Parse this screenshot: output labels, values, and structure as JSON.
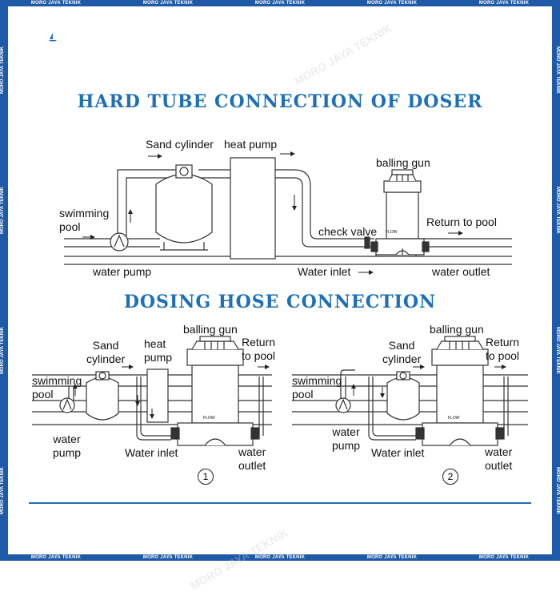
{
  "watermark": "MORO JAYA TEKNIK",
  "colors": {
    "frame": "#1f5aa8",
    "heading": "#1d70b8",
    "line": "#333333"
  },
  "headings": {
    "hard_tube": "HARD TUBE CONNECTION OF DOSER",
    "dosing_hose": "DOSING HOSE CONNECTION"
  },
  "top_diagram": {
    "sand_cylinder": "Sand cylinder",
    "heat_pump": "heat pump",
    "balling_gun": "balling gun",
    "swimming_pool": "swimming\npool",
    "check_valve": "check valve",
    "return_to_pool": "Return to pool",
    "water_pump": "water pump",
    "water_inlet": "Water inlet",
    "water_outlet": "water outlet"
  },
  "diagram_1": {
    "balling_gun": "balling gun",
    "sand_cylinder": "Sand\ncylinder",
    "heat_pump": "heat\npump",
    "return_to_pool": "Return\nto pool",
    "swimming_pool": "swimming\npool",
    "water_pump": "water\npump",
    "water_inlet": "Water inlet",
    "water_outlet": "water\noutlet",
    "number": "1"
  },
  "diagram_2": {
    "balling_gun": "balling gun",
    "sand_cylinder": "Sand\ncylinder",
    "return_to_pool": "Return\nto pool",
    "swimming_pool": "swimming\npool",
    "water_pump": "water\npump",
    "water_inlet": "Water inlet",
    "water_outlet": "water\noutlet",
    "number": "2"
  },
  "device_brand": "FLOW"
}
